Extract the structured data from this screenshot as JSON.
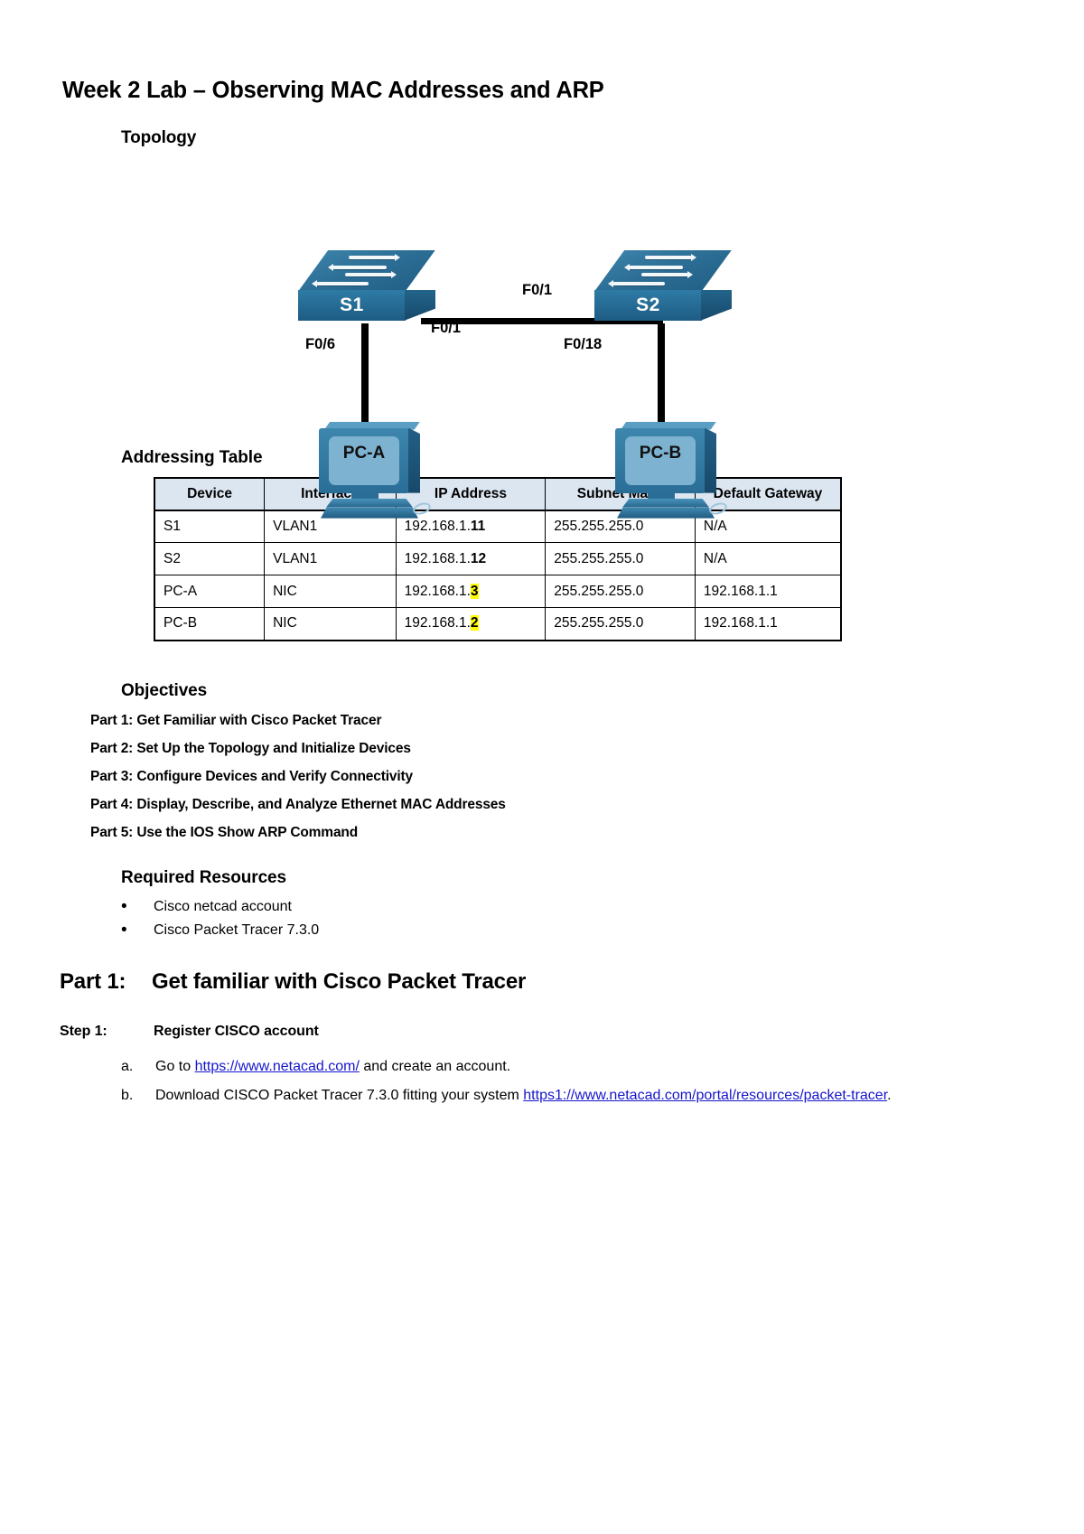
{
  "document": {
    "title": "Week 2 Lab – Observing MAC Addresses and ARP"
  },
  "topology": {
    "heading": "Topology",
    "devices": {
      "switch1": "S1",
      "switch2": "S2",
      "pc_a": "PC-A",
      "pc_b": "PC-B"
    },
    "interfaces": {
      "s1_to_s2": "F0/1",
      "s2_to_s1": "F0/1",
      "s1_to_pca": "F0/6",
      "s2_to_pcb": "F0/18"
    }
  },
  "addressing_table": {
    "heading": "Addressing Table",
    "columns": [
      "Device",
      "Interface",
      "IP Address",
      "Subnet Mask",
      "Default Gateway"
    ],
    "rows": [
      {
        "device": "S1",
        "interface": "VLAN1",
        "ip_prefix": "192.168.1.",
        "ip_octet": "11",
        "ip_octet_highlighted": false,
        "subnet_mask": "255.255.255.0",
        "default_gateway": "N/A"
      },
      {
        "device": "S2",
        "interface": "VLAN1",
        "ip_prefix": "192.168.1.",
        "ip_octet": "12",
        "ip_octet_highlighted": false,
        "subnet_mask": "255.255.255.0",
        "default_gateway": "N/A"
      },
      {
        "device": "PC-A",
        "interface": "NIC",
        "ip_prefix": "192.168.1.",
        "ip_octet": "3",
        "ip_octet_highlighted": true,
        "subnet_mask": "255.255.255.0",
        "default_gateway": "192.168.1.1"
      },
      {
        "device": "PC-B",
        "interface": "NIC",
        "ip_prefix": "192.168.1.",
        "ip_octet": "2",
        "ip_octet_highlighted": true,
        "subnet_mask": "255.255.255.0",
        "default_gateway": "192.168.1.1"
      }
    ]
  },
  "objectives": {
    "heading": "Objectives",
    "parts": [
      "Part 1: Get Familiar with Cisco Packet Tracer",
      "Part 2: Set Up the Topology and Initialize Devices",
      "Part 3: Configure Devices and Verify Connectivity",
      "Part 4: Display, Describe, and Analyze Ethernet MAC Addresses",
      "Part 5: Use the IOS Show ARP Command"
    ]
  },
  "required_resources": {
    "heading": "Required Resources",
    "items": [
      "Cisco netcad account",
      "Cisco Packet Tracer 7.3.0"
    ]
  },
  "part1": {
    "number": "Part 1:",
    "title": "Get familiar with Cisco Packet Tracer",
    "step1": {
      "number": "Step 1:",
      "title": "Register CISCO account"
    },
    "items": [
      {
        "marker": "a.",
        "text_before": "Go to ",
        "link": "https://www.netacad.com/",
        "text_after": " and create an account."
      },
      {
        "marker": "b.",
        "text_before": "Download CISCO Packet Tracer 7.3.0 fitting your system ",
        "link": "https1://www.netacad.com/portal/resources/packet-tracer",
        "text_after": "."
      }
    ]
  }
}
